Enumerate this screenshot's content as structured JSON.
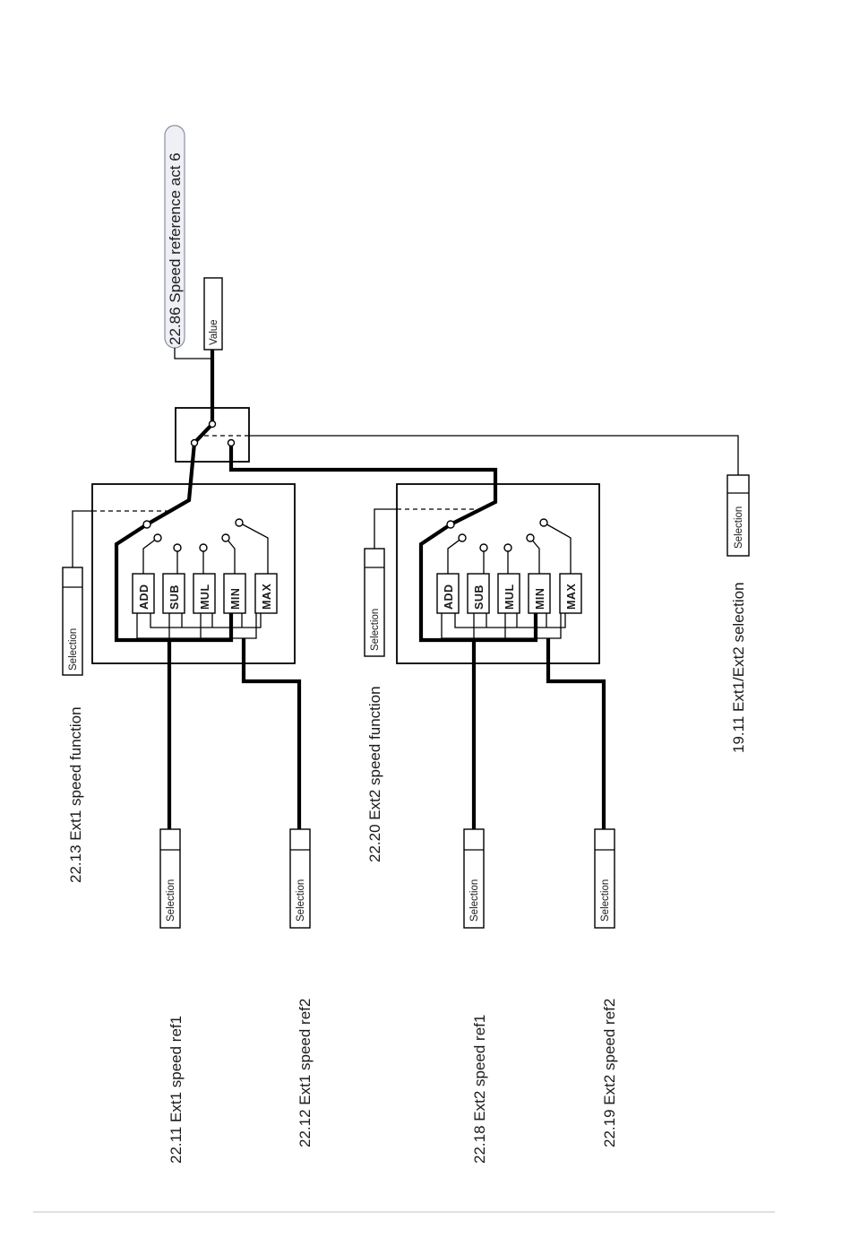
{
  "diagram": {
    "parameters": {
      "ext1_ref1": "22.11 Ext1 speed ref1",
      "ext1_ref2": "22.12 Ext1 speed ref2",
      "ext2_ref1": "22.18 Ext2 speed ref1",
      "ext2_ref2": "22.19 Ext2 speed ref2",
      "ext1_function": "22.13 Ext1 speed function",
      "ext2_function": "22.20 Ext2 speed function",
      "ext_selection": "19.11 Ext1/Ext2 selection",
      "speed_ref_act6": "22.86 Speed reference act 6"
    },
    "box_labels": {
      "selection": "Selection",
      "value": "Value"
    },
    "functions": [
      "ADD",
      "SUB",
      "MUL",
      "MIN",
      "MAX"
    ]
  }
}
